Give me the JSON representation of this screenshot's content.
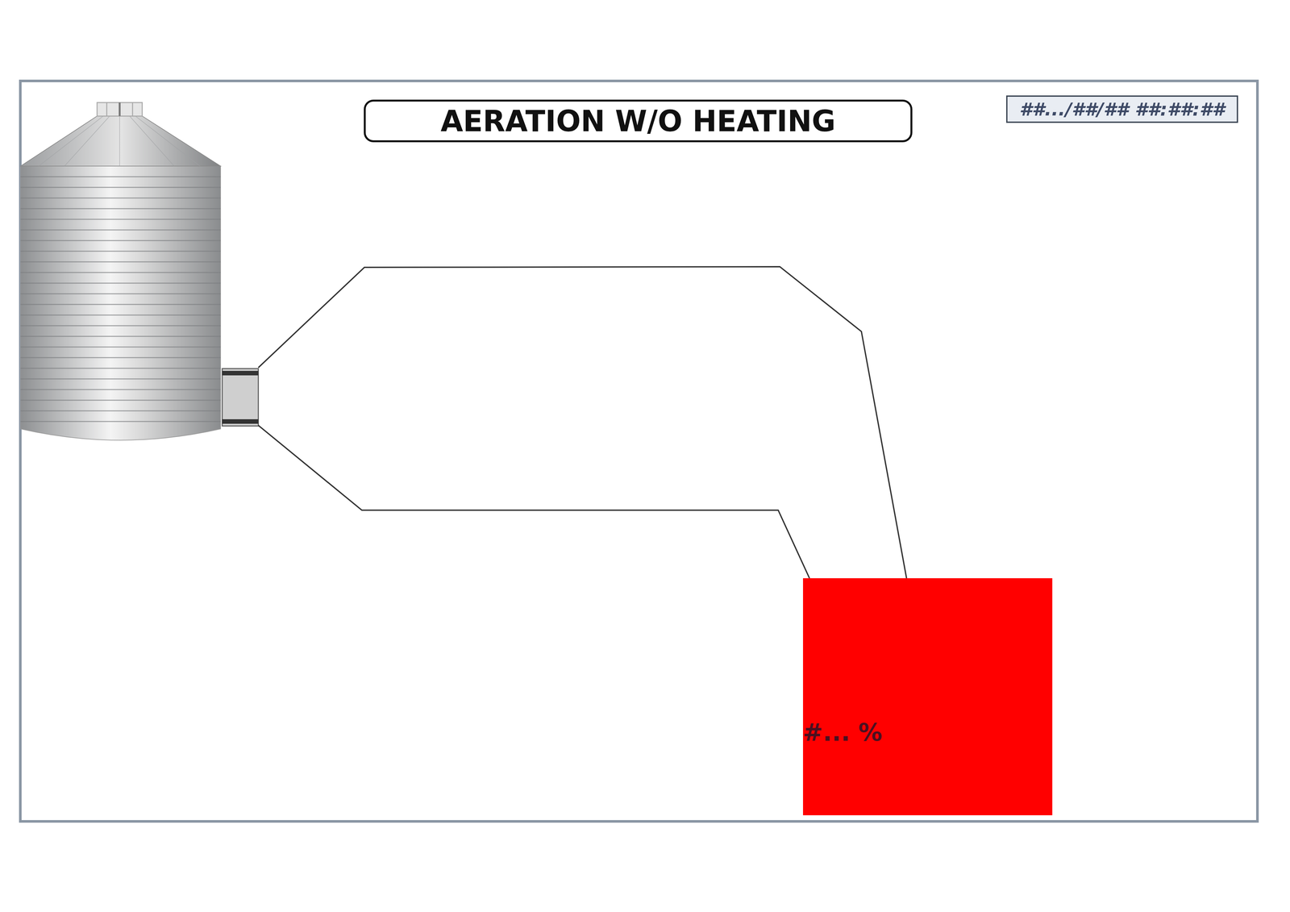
{
  "diagram": {
    "title": "AERATION W/O HEATING",
    "nodes": [
      {
        "text": [
          "##.../##/## ##:##:##"
        ]
      },
      {
        "text": [
          "#... %"
        ]
      }
    ]
  }
}
